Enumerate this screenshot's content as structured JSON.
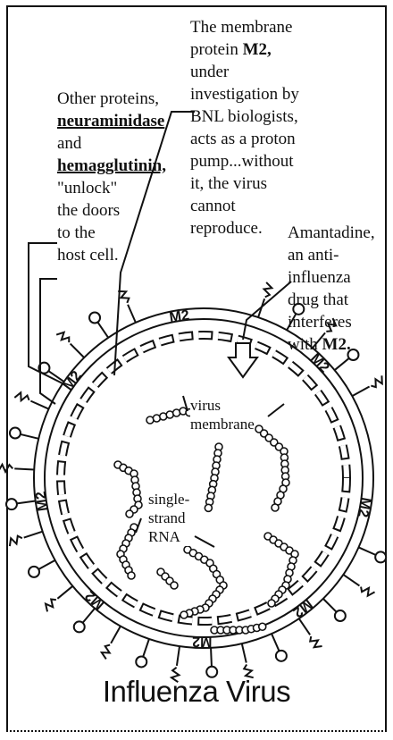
{
  "title": "Influenza Virus",
  "labels": {
    "m2_note": {
      "line1": "The membrane",
      "line2_prefix": "protein ",
      "line2_bold": "M2,",
      "rest": "under\ninvestigation by\nBNL biologists,\nacts as a proton\npump...without\nit, the virus\ncannot\nreproduce."
    },
    "other_proteins": {
      "line1": "Other proteins,",
      "neuraminidase": "neuraminidase",
      "and": "and",
      "hemagglutinin": "hemagglutinin,",
      "rest": "\"unlock\"\nthe doors\nto the\nhost cell."
    },
    "amantadine": {
      "text": "Amantadine,\nan anti-influenza\ndrug that\ninterferes\nwith ",
      "bold": "M2."
    },
    "virus_membrane": "virus\nmembrane",
    "rna": "single-\nstrand\nRNA"
  },
  "protein_markers": [
    "M2",
    "M2",
    "M2",
    "M2",
    "M2",
    "M2",
    "M2",
    "M2"
  ]
}
